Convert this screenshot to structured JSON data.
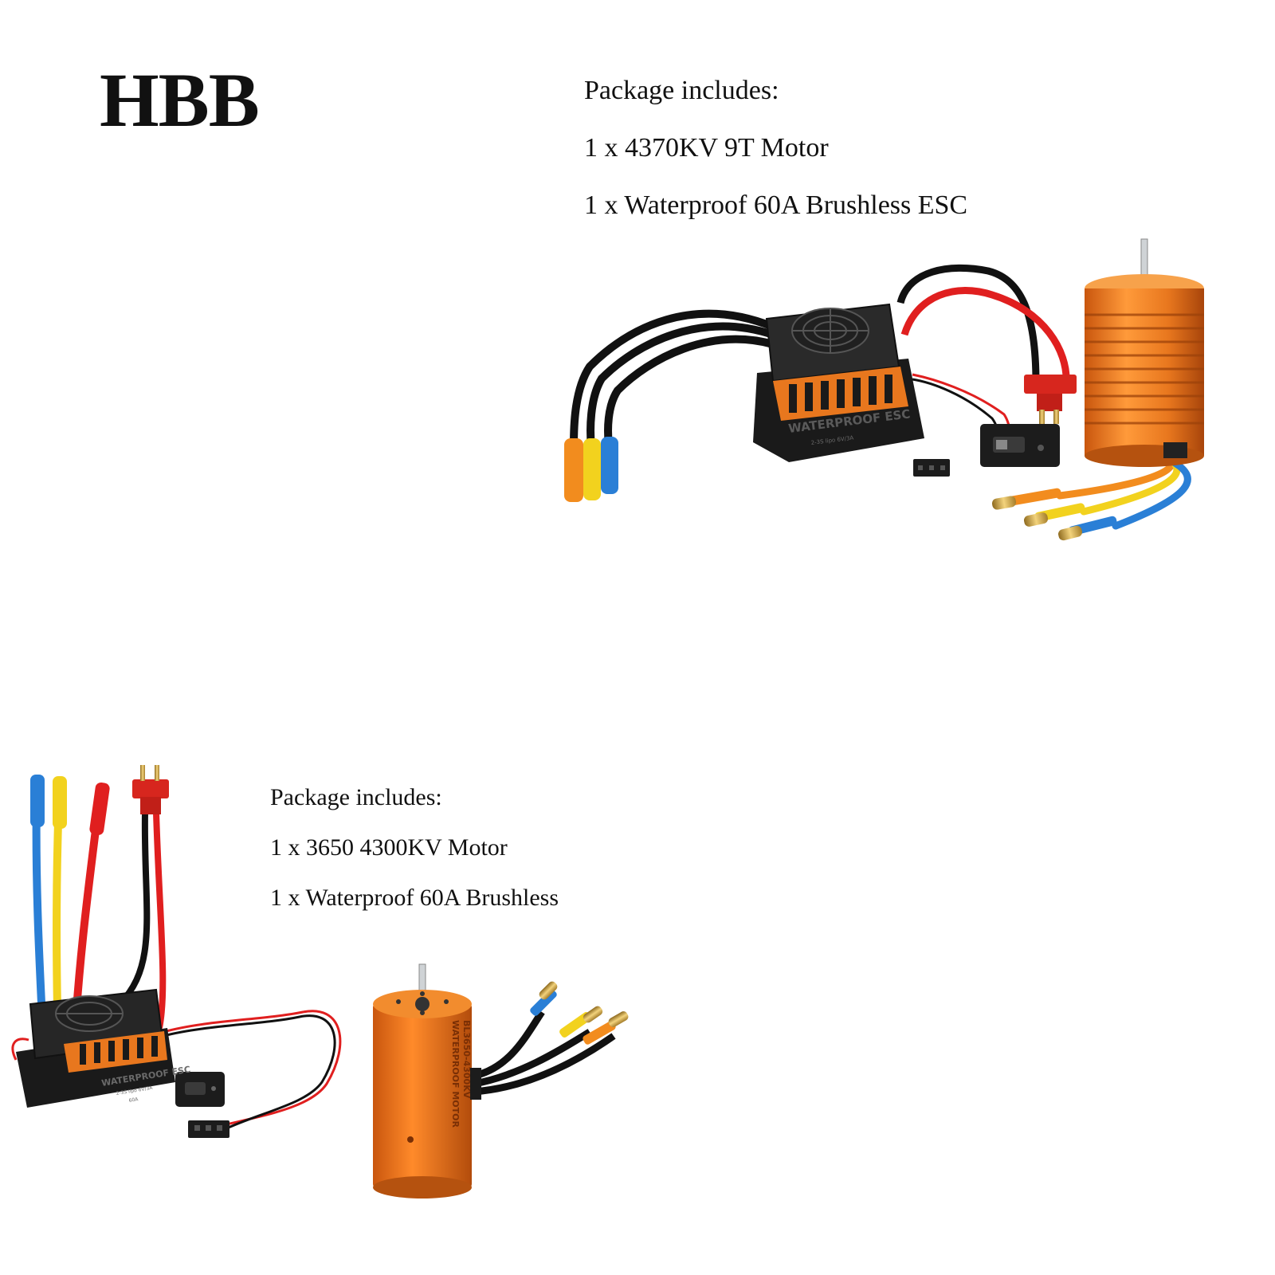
{
  "brand": "HBB",
  "package_1": {
    "heading": "Package includes:",
    "items": [
      "1 x 4370KV 9T Motor",
      "1 x Waterproof 60A Brushless ESC"
    ],
    "esc_label": "WATERPROOF ESC",
    "esc_spec": "2-3S lipo 6V/3A"
  },
  "package_2": {
    "heading": "Package includes:",
    "items": [
      "1 x 3650 4300KV Motor",
      "1 x Waterproof 60A Brushless"
    ],
    "esc_label": "WATERPROOF ESC",
    "esc_spec": "2-3S lipo 6V/3A",
    "esc_amp": "60A",
    "motor_label_1": "WATERPROOF MOTOR",
    "motor_label_2": "BL3650-4300KV"
  },
  "colors": {
    "motor_orange": "#e8771e",
    "esc_black": "#1c1c1c",
    "wire_orange": "#f28c1e",
    "wire_yellow": "#f2d21e",
    "wire_blue": "#2a7fd6",
    "wire_red": "#e01f1f",
    "connector_red": "#d7261e",
    "brass": "#c9a241"
  },
  "icons": [
    "fan-grille-icon",
    "power-switch-icon",
    "deans-connector-icon",
    "servo-plug-icon",
    "bullet-connector-icon"
  ]
}
